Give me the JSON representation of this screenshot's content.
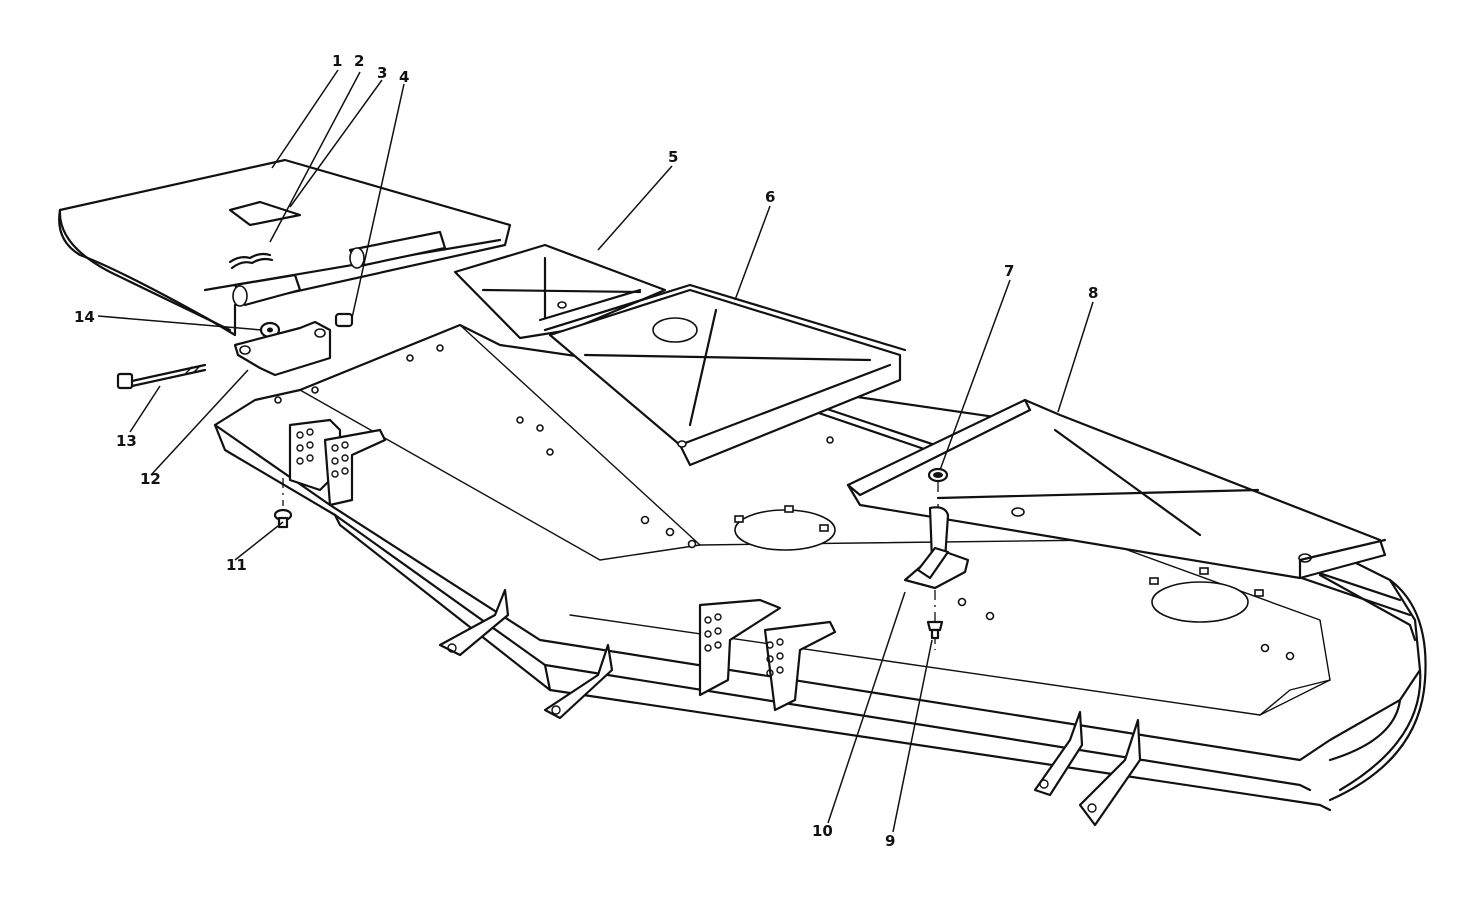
{
  "diagram": {
    "type": "exploded-parts-view",
    "callouts": [
      {
        "id": "1",
        "label": "1"
      },
      {
        "id": "2",
        "label": "2"
      },
      {
        "id": "3",
        "label": "3"
      },
      {
        "id": "4",
        "label": "4"
      },
      {
        "id": "5",
        "label": "5"
      },
      {
        "id": "6",
        "label": "6"
      },
      {
        "id": "7",
        "label": "7"
      },
      {
        "id": "8",
        "label": "8"
      },
      {
        "id": "9",
        "label": "9"
      },
      {
        "id": "10",
        "label": "10"
      },
      {
        "id": "11",
        "label": "11"
      },
      {
        "id": "12",
        "label": "12"
      },
      {
        "id": "13",
        "label": "13"
      },
      {
        "id": "14",
        "label": "14"
      }
    ],
    "line_color": "#111111",
    "background": "#ffffff"
  }
}
